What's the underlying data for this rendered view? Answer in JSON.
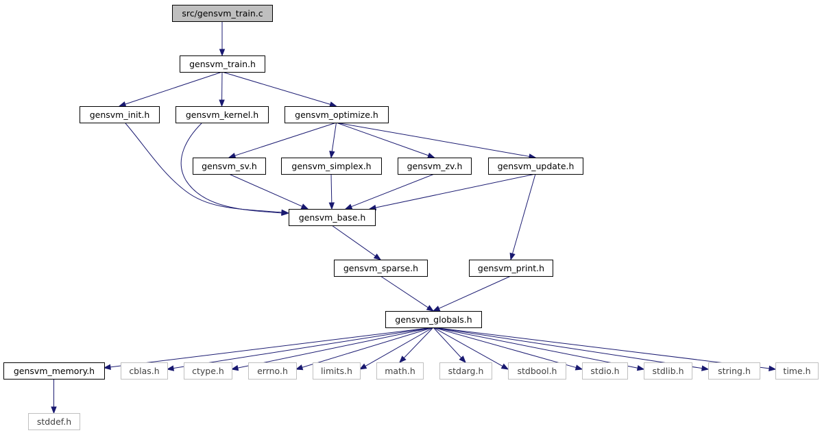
{
  "nodes": [
    {
      "id": "root",
      "label": "src/gensvm_train.c",
      "kind": "main"
    },
    {
      "id": "train_h",
      "label": "gensvm_train.h",
      "kind": "internal"
    },
    {
      "id": "init_h",
      "label": "gensvm_init.h",
      "kind": "internal"
    },
    {
      "id": "kernel_h",
      "label": "gensvm_kernel.h",
      "kind": "internal"
    },
    {
      "id": "optimize_h",
      "label": "gensvm_optimize.h",
      "kind": "internal"
    },
    {
      "id": "sv_h",
      "label": "gensvm_sv.h",
      "kind": "internal"
    },
    {
      "id": "simplex_h",
      "label": "gensvm_simplex.h",
      "kind": "internal"
    },
    {
      "id": "zv_h",
      "label": "gensvm_zv.h",
      "kind": "internal"
    },
    {
      "id": "update_h",
      "label": "gensvm_update.h",
      "kind": "internal"
    },
    {
      "id": "base_h",
      "label": "gensvm_base.h",
      "kind": "internal"
    },
    {
      "id": "sparse_h",
      "label": "gensvm_sparse.h",
      "kind": "internal"
    },
    {
      "id": "print_h",
      "label": "gensvm_print.h",
      "kind": "internal"
    },
    {
      "id": "globals_h",
      "label": "gensvm_globals.h",
      "kind": "internal"
    },
    {
      "id": "memory_h",
      "label": "gensvm_memory.h",
      "kind": "internal"
    },
    {
      "id": "cblas_h",
      "label": "cblas.h",
      "kind": "system"
    },
    {
      "id": "ctype_h",
      "label": "ctype.h",
      "kind": "system"
    },
    {
      "id": "errno_h",
      "label": "errno.h",
      "kind": "system"
    },
    {
      "id": "limits_h",
      "label": "limits.h",
      "kind": "system"
    },
    {
      "id": "math_h",
      "label": "math.h",
      "kind": "system"
    },
    {
      "id": "stdarg_h",
      "label": "stdarg.h",
      "kind": "system"
    },
    {
      "id": "stdbool_h",
      "label": "stdbool.h",
      "kind": "system"
    },
    {
      "id": "stdio_h",
      "label": "stdio.h",
      "kind": "system"
    },
    {
      "id": "stdlib_h",
      "label": "stdlib.h",
      "kind": "system"
    },
    {
      "id": "string_h",
      "label": "string.h",
      "kind": "system"
    },
    {
      "id": "time_h",
      "label": "time.h",
      "kind": "system"
    },
    {
      "id": "stddef_h",
      "label": "stddef.h",
      "kind": "system"
    }
  ],
  "edges": [
    {
      "from": "root",
      "to": "train_h"
    },
    {
      "from": "train_h",
      "to": "init_h"
    },
    {
      "from": "train_h",
      "to": "kernel_h"
    },
    {
      "from": "train_h",
      "to": "optimize_h"
    },
    {
      "from": "optimize_h",
      "to": "sv_h"
    },
    {
      "from": "optimize_h",
      "to": "simplex_h"
    },
    {
      "from": "optimize_h",
      "to": "zv_h"
    },
    {
      "from": "optimize_h",
      "to": "update_h"
    },
    {
      "from": "init_h",
      "to": "base_h"
    },
    {
      "from": "kernel_h",
      "to": "base_h"
    },
    {
      "from": "sv_h",
      "to": "base_h"
    },
    {
      "from": "simplex_h",
      "to": "base_h"
    },
    {
      "from": "zv_h",
      "to": "base_h"
    },
    {
      "from": "update_h",
      "to": "base_h"
    },
    {
      "from": "update_h",
      "to": "print_h"
    },
    {
      "from": "base_h",
      "to": "sparse_h"
    },
    {
      "from": "sparse_h",
      "to": "globals_h"
    },
    {
      "from": "print_h",
      "to": "globals_h"
    },
    {
      "from": "globals_h",
      "to": "memory_h"
    },
    {
      "from": "globals_h",
      "to": "cblas_h"
    },
    {
      "from": "globals_h",
      "to": "ctype_h"
    },
    {
      "from": "globals_h",
      "to": "errno_h"
    },
    {
      "from": "globals_h",
      "to": "limits_h"
    },
    {
      "from": "globals_h",
      "to": "math_h"
    },
    {
      "from": "globals_h",
      "to": "stdarg_h"
    },
    {
      "from": "globals_h",
      "to": "stdbool_h"
    },
    {
      "from": "globals_h",
      "to": "stdio_h"
    },
    {
      "from": "globals_h",
      "to": "stdlib_h"
    },
    {
      "from": "globals_h",
      "to": "string_h"
    },
    {
      "from": "globals_h",
      "to": "time_h"
    },
    {
      "from": "memory_h",
      "to": "stddef_h"
    }
  ],
  "colors": {
    "edge": "#191970",
    "main_fill": "#bfbfbf",
    "system_border": "#bfbfbf",
    "system_text": "#404040"
  }
}
